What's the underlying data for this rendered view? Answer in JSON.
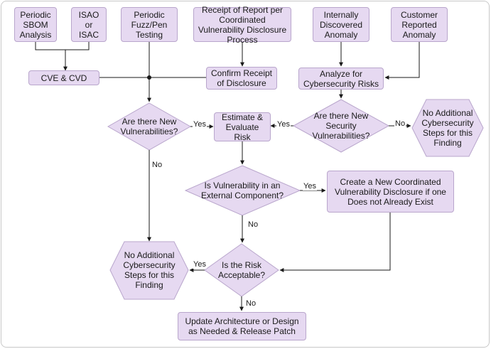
{
  "nodes": {
    "sbom": "Periodic SBOM Analysis",
    "isao": "ISAO or ISAC",
    "fuzz": "Periodic Fuzz/Pen Testing",
    "receipt": "Receipt of Report per Coordinated Vulnerability Disclosure Process",
    "internal": "Internally Discovered Anomaly",
    "customer": "Customer Reported Anomaly",
    "cve": "CVE & CVD",
    "confirm": "Confirm Receipt of Disclosure",
    "analyze": "Analyze for Cybersecurity Risks",
    "new_vuln": "Are there New Vulnerabilities?",
    "estimate": "Estimate & Evaluate Risk",
    "new_sec_vuln": "Are there New Security Vulnerabilities?",
    "no_additional_1": "No Additional Cybersecurity Steps for this Finding",
    "external": "Is Vulnerability in an External Component?",
    "create_cvd": "Create a New Coordinated Vulnerability Disclosure if one Does not Already Exist",
    "no_additional_2": "No Additional Cybersecurity Steps for this Finding",
    "acceptable": "Is the Risk Acceptable?",
    "update": "Update Architecture or Design as Needed & Release Patch"
  },
  "edge_labels": {
    "new_vuln_yes": "Yes",
    "new_vuln_no": "No",
    "new_sec_yes": "Yes",
    "new_sec_no": "No",
    "external_yes": "Yes",
    "external_no": "No",
    "acceptable_yes": "Yes",
    "acceptable_no": "No"
  },
  "colors": {
    "node_fill": "#e6d9f1",
    "node_border": "#b9a6cc",
    "line": "#1a1a1a"
  }
}
